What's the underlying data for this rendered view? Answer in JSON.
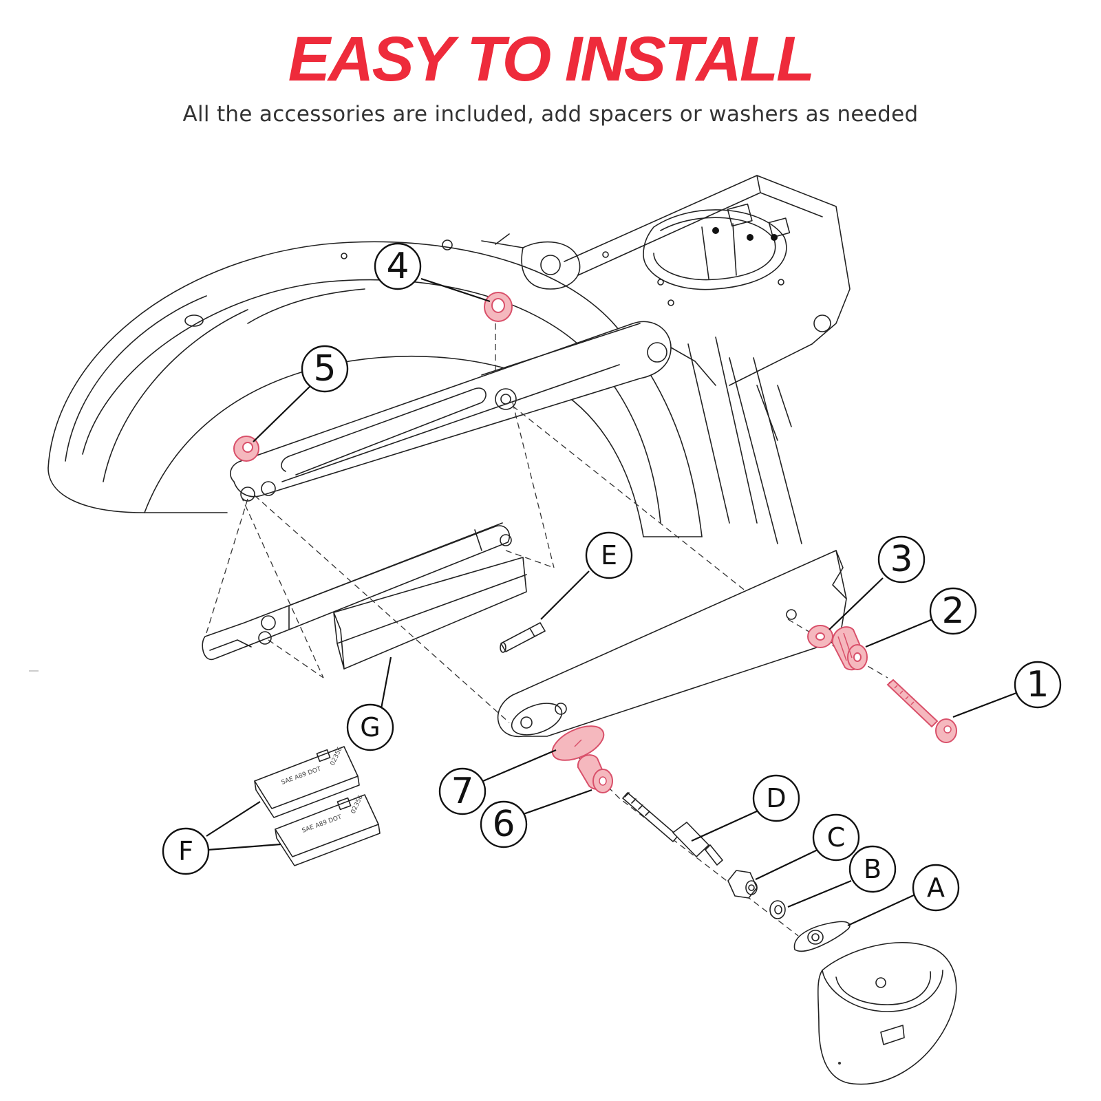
{
  "header": {
    "title": "EASY TO INSTALL",
    "subtitle": "All the accessories are included, add spacers or washers as needed"
  },
  "colors": {
    "title": "#ee2b3b",
    "highlight_fill": "#f5b8be",
    "highlight_stroke": "#d9506a"
  },
  "callouts": {
    "n1": "1",
    "n2": "2",
    "n3": "3",
    "n4": "4",
    "n5": "5",
    "n6": "6",
    "n7": "7",
    "A": "A",
    "B": "B",
    "C": "C",
    "D": "D",
    "E": "E",
    "F": "F",
    "G": "G"
  },
  "plate_text": {
    "line1": "SAE A89 DOT",
    "code": "02356"
  }
}
